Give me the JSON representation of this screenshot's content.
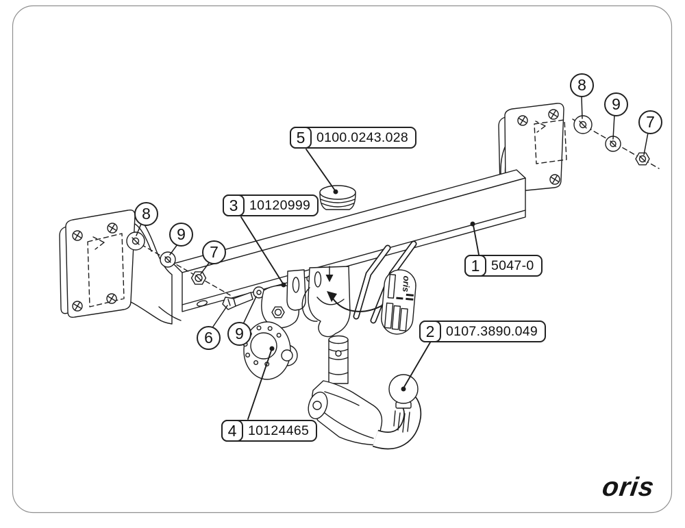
{
  "brand": {
    "logo_text": "oris"
  },
  "part_labels": [
    {
      "num": "5",
      "part_number": "0100.0243.028"
    },
    {
      "num": "3",
      "part_number": "10120999"
    },
    {
      "num": "1",
      "part_number": "5047-0"
    },
    {
      "num": "2",
      "part_number": "0107.3890.049"
    },
    {
      "num": "4",
      "part_number": "10124465"
    }
  ],
  "callouts": [
    {
      "num": "8",
      "position": "left"
    },
    {
      "num": "9",
      "position": "left"
    },
    {
      "num": "7",
      "position": "left"
    },
    {
      "num": "6",
      "position": "center"
    },
    {
      "num": "9",
      "position": "center"
    },
    {
      "num": "8",
      "position": "right"
    },
    {
      "num": "9",
      "position": "right"
    },
    {
      "num": "7",
      "position": "right"
    }
  ],
  "sticker": {
    "brand_text": "oris"
  }
}
